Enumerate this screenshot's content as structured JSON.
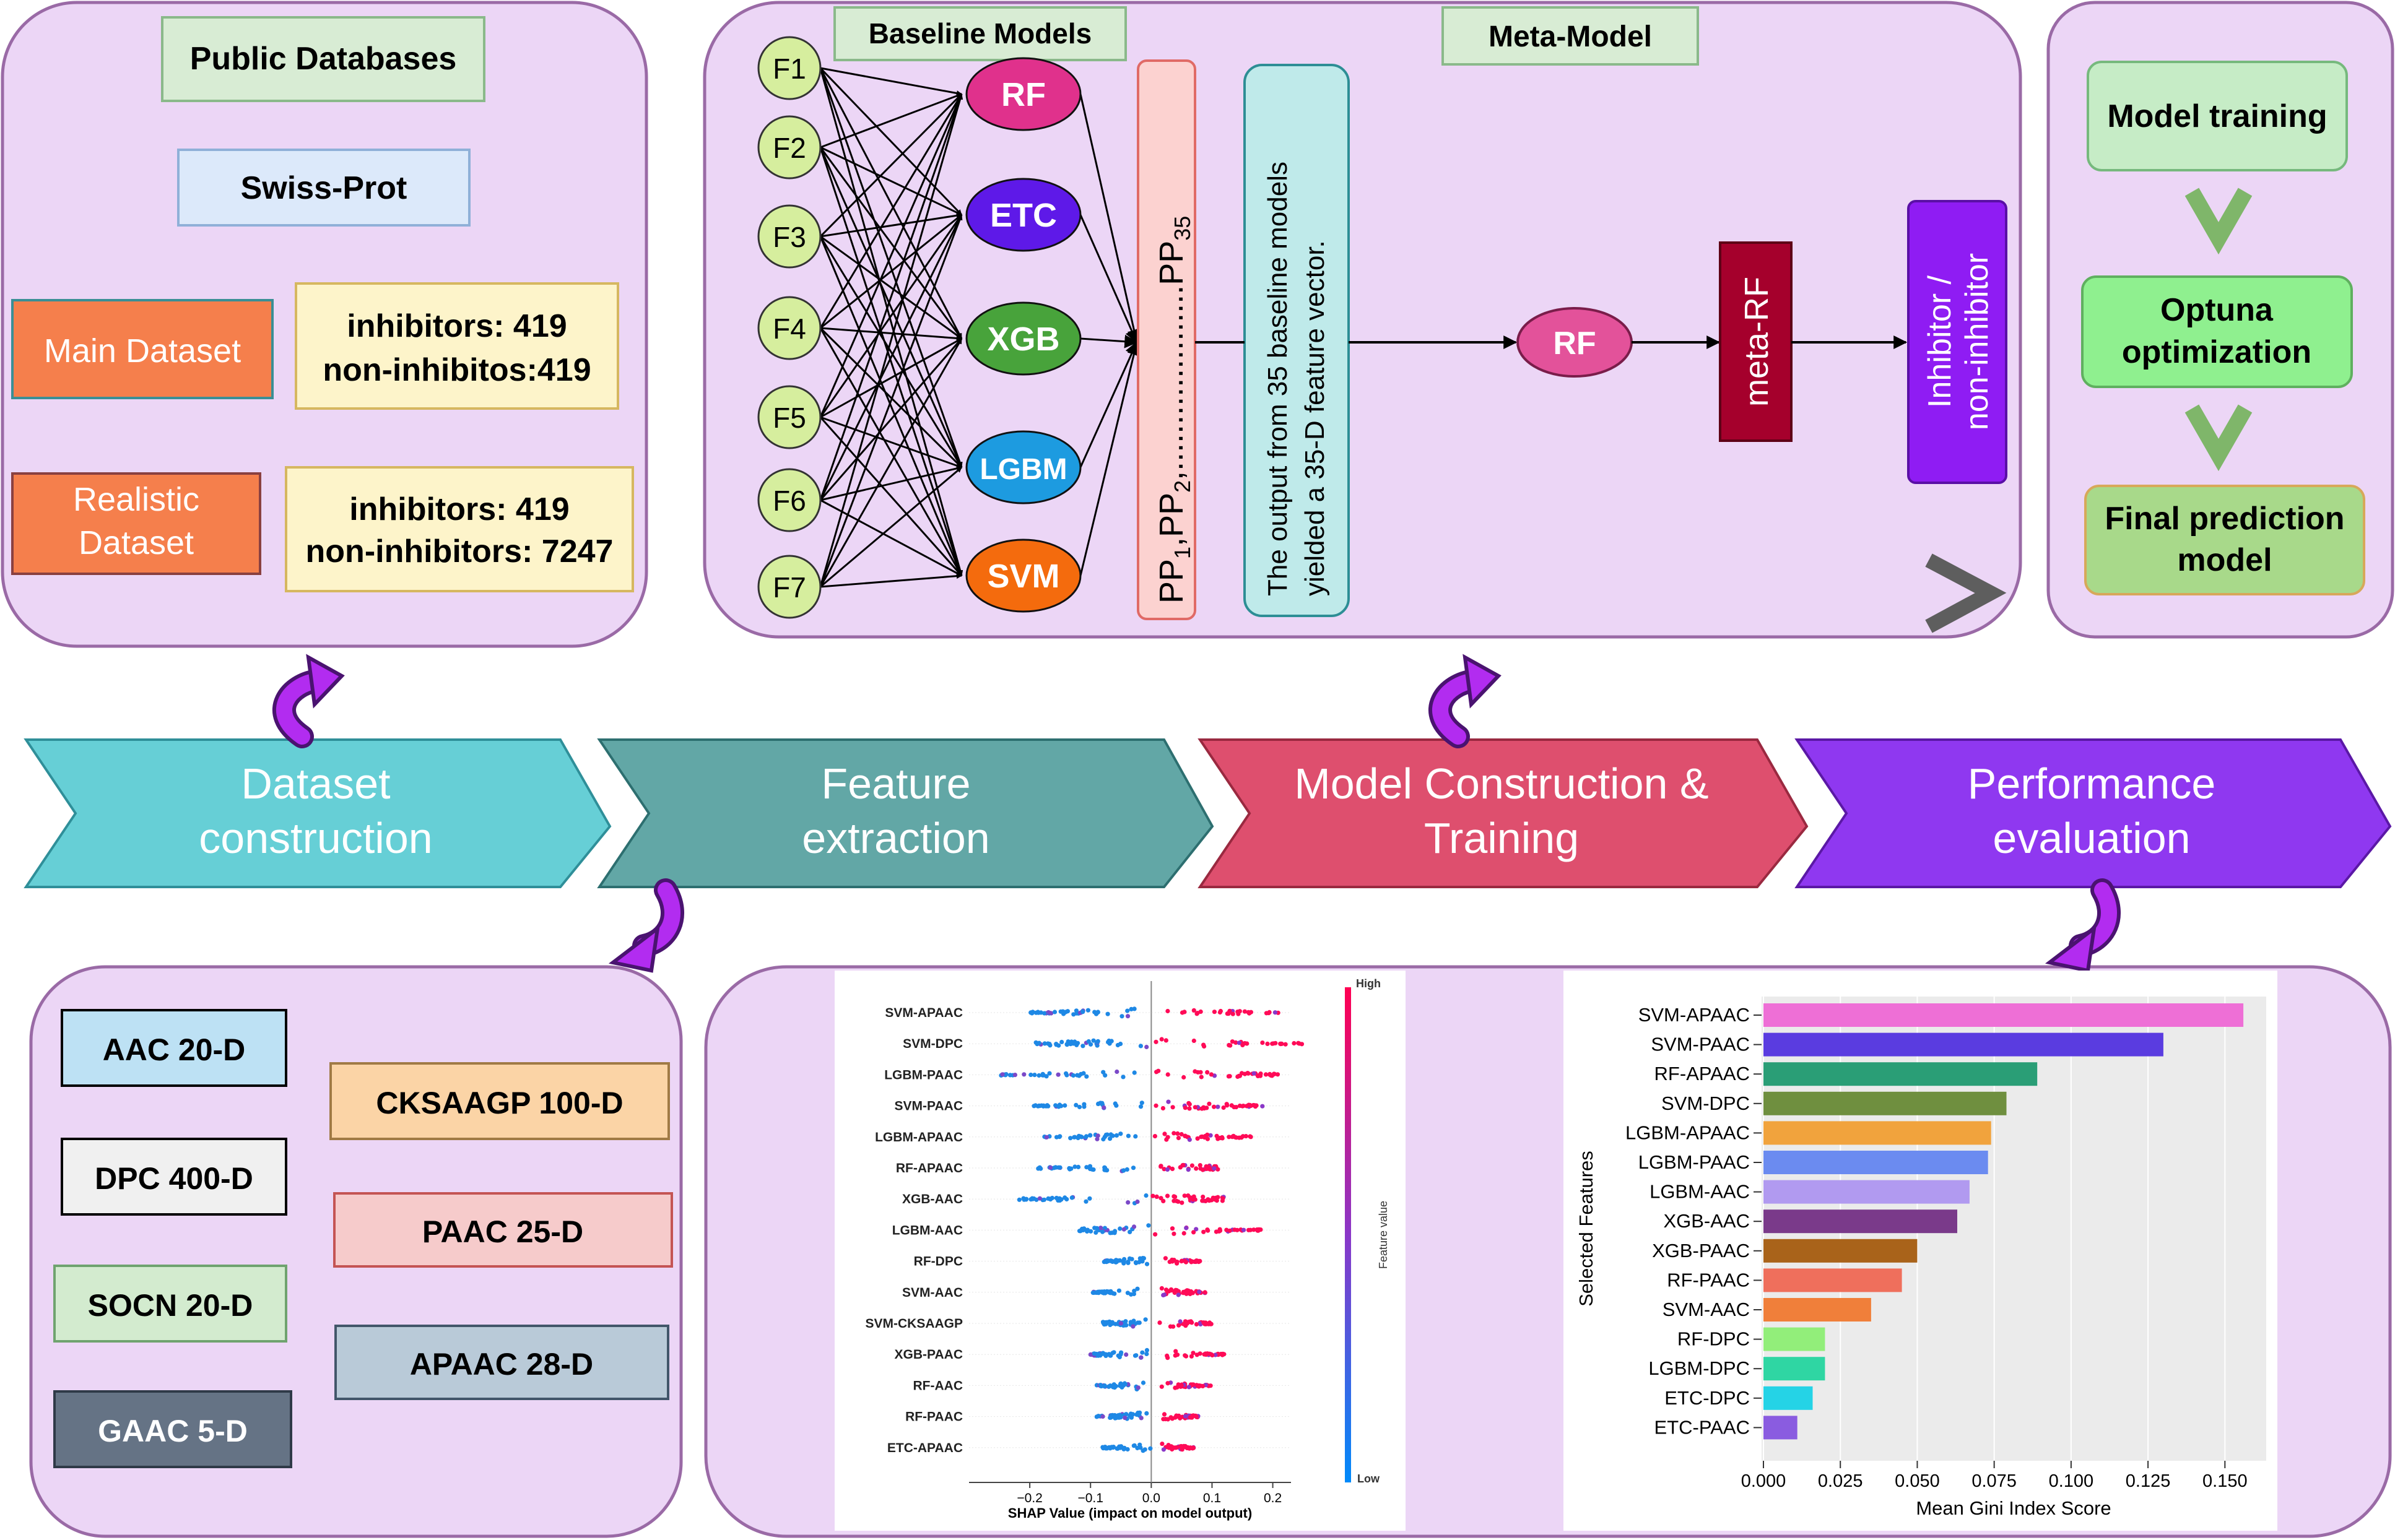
{
  "dataset_panel": {
    "public_db": "Public Databases",
    "swissprot": "Swiss-Prot",
    "main_dataset": "Main Dataset",
    "main_counts": [
      "inhibitors: 419",
      "non-inhibitos:419"
    ],
    "realistic_dataset": [
      "Realistic",
      "Dataset"
    ],
    "realistic_counts": [
      "inhibitors: 419",
      "non-inhibitors: 7247"
    ]
  },
  "model_panel": {
    "baseline_title": "Baseline Models",
    "meta_title": "Meta-Model",
    "features": [
      "F1",
      "F2",
      "F3",
      "F4",
      "F5",
      "F6",
      "F7"
    ],
    "models": [
      "RF",
      "ETC",
      "XGB",
      "LGBM",
      "SVM"
    ],
    "pp_vector": {
      "pp": "PP",
      "s1": "1",
      "s2": "2",
      "s35": "35",
      "dots": ",...................."
    },
    "feature_note": [
      "The output from 35 baseline models",
      "yielded a 35-D feature vector."
    ],
    "meta_rf_node": "RF",
    "meta_rf_box": "meta-RF",
    "output_box": [
      "Inhibitor /",
      "non-inhibitor"
    ]
  },
  "training_panel": {
    "steps": [
      [
        "Model training"
      ],
      [
        "Optuna",
        "optimization"
      ],
      [
        "Final prediction",
        "model"
      ]
    ]
  },
  "pipeline": {
    "stages": [
      [
        "Dataset",
        "construction"
      ],
      [
        "Feature",
        "extraction"
      ],
      [
        "Model Construction &",
        "Training"
      ],
      [
        "Performance",
        "evaluation"
      ]
    ]
  },
  "features_panel": {
    "items": [
      "AAC 20-D",
      "DPC 400-D",
      "SOCN 20-D",
      "GAAC 5-D",
      "CKSAAGP 100-D",
      "PAAC 25-D",
      "APAAC 28-D"
    ]
  },
  "colors": {
    "panel": "#ecd6f6",
    "panel_border": "#9a6aa6",
    "stage1": "#66cfd6",
    "stage2": "#62a7a6",
    "stage3": "#de4f6e",
    "stage4": "#8f38f0",
    "rf": "#e0318c",
    "etc": "#5e19e8",
    "xgb": "#48a33b",
    "lgbm": "#1d9be0",
    "svm": "#f46b0d"
  },
  "chart_data": [
    {
      "type": "scatter",
      "title": "",
      "xlabel": "SHAP Value (impact on model output)",
      "xticks": [
        "−0.2",
        "−0.1",
        "0.0",
        "0.1",
        "0.2"
      ],
      "xlim": [
        -0.3,
        0.23
      ],
      "colorbar": {
        "label": "Feature value",
        "high": "High",
        "low": "Low"
      },
      "features": [
        "SVM-APAAC",
        "SVM-DPC",
        "LGBM-PAAC",
        "SVM-PAAC",
        "LGBM-APAAC",
        "RF-APAAC",
        "XGB-AAC",
        "LGBM-AAC",
        "RF-DPC",
        "SVM-AAC",
        "SVM-CKSAAGP",
        "XGB-PAAC",
        "RF-AAC",
        "RF-PAAC",
        "ETC-APAAC"
      ],
      "ranges": [
        [
          -0.2,
          0.21
        ],
        [
          -0.19,
          0.25
        ],
        [
          -0.25,
          0.21
        ],
        [
          -0.2,
          0.19
        ],
        [
          -0.18,
          0.17
        ],
        [
          -0.19,
          0.11
        ],
        [
          -0.22,
          0.12
        ],
        [
          -0.12,
          0.18
        ],
        [
          -0.08,
          0.08
        ],
        [
          -0.1,
          0.09
        ],
        [
          -0.08,
          0.11
        ],
        [
          -0.1,
          0.12
        ],
        [
          -0.09,
          0.1
        ],
        [
          -0.09,
          0.08
        ],
        [
          -0.08,
          0.07
        ]
      ]
    },
    {
      "type": "bar",
      "orientation": "horizontal",
      "xlabel": "Mean Gini Index Score",
      "ylabel": "Selected Features",
      "categories": [
        "SVM-APAAC",
        "SVM-PAAC",
        "RF-APAAC",
        "SVM-DPC",
        "LGBM-APAAC",
        "LGBM-PAAC",
        "LGBM-AAC",
        "XGB-AAC",
        "XGB-PAAC",
        "RF-PAAC",
        "SVM-AAC",
        "RF-DPC",
        "LGBM-DPC",
        "ETC-DPC",
        "ETC-PAAC"
      ],
      "values": [
        0.156,
        0.13,
        0.089,
        0.079,
        0.074,
        0.073,
        0.067,
        0.063,
        0.05,
        0.045,
        0.035,
        0.02,
        0.02,
        0.016,
        0.011
      ],
      "colors": [
        "#ee6fd6",
        "#5a3ce0",
        "#2a9e76",
        "#6f8f3f",
        "#f1a33d",
        "#6b8bf0",
        "#b19af0",
        "#7a3a8a",
        "#a9631a",
        "#ef6f5c",
        "#f07f3a",
        "#92ee7a",
        "#2fd6a3",
        "#25d3e6",
        "#8a5ce0"
      ],
      "xticks": [
        "0.000",
        "0.025",
        "0.050",
        "0.075",
        "0.100",
        "0.125",
        "0.150"
      ],
      "xlim": [
        0,
        0.16
      ]
    }
  ]
}
